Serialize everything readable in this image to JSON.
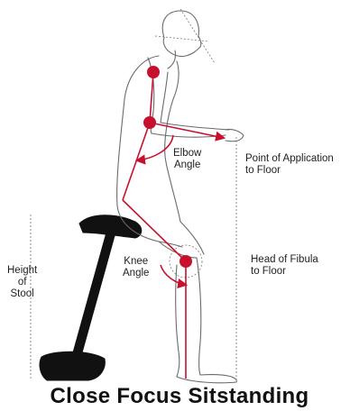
{
  "labels": {
    "elbow_angle": [
      "Elbow",
      "Angle"
    ],
    "point_of_application": [
      "Point of Application",
      "to Floor"
    ],
    "knee_angle": [
      "Knee",
      "Angle"
    ],
    "head_of_fibula": [
      "Head of Fibula",
      "to Floor"
    ],
    "height_of_stool": [
      "Height",
      "of",
      "Stool"
    ]
  },
  "caption": "Close Focus Sitstanding",
  "colors": {
    "accent": "#c8102e",
    "outline": "#6b6b6b",
    "stool": "#111111",
    "guide": "#888888"
  }
}
